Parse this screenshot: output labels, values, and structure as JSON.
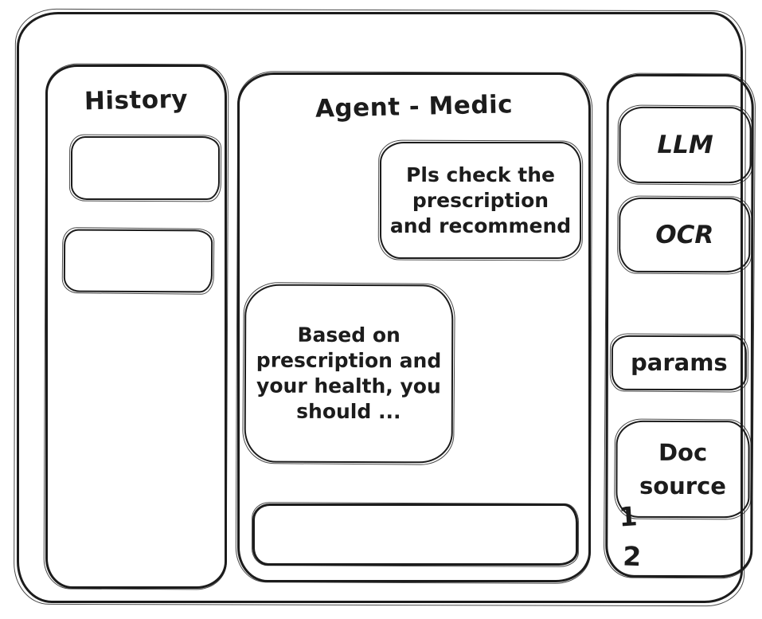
{
  "colors": {
    "stroke": "#1c1c1c",
    "background": "#ffffff"
  },
  "left_sidebar": {
    "title": "History",
    "items": [
      {
        "label": ""
      },
      {
        "label": ""
      }
    ]
  },
  "main_panel": {
    "title": "Agent - Medic",
    "messages": [
      {
        "role": "user",
        "text": "Pls check the prescription and recommend"
      },
      {
        "role": "agent",
        "text": "Based on prescription and your health, you should ..."
      }
    ],
    "input": {
      "value": "",
      "placeholder": ""
    }
  },
  "right_sidebar": {
    "modules": [
      {
        "label": "LLM"
      },
      {
        "label": "OCR"
      },
      {
        "label": "params"
      },
      {
        "label": "Doc source"
      }
    ],
    "annotations": [
      "1",
      "2"
    ]
  }
}
